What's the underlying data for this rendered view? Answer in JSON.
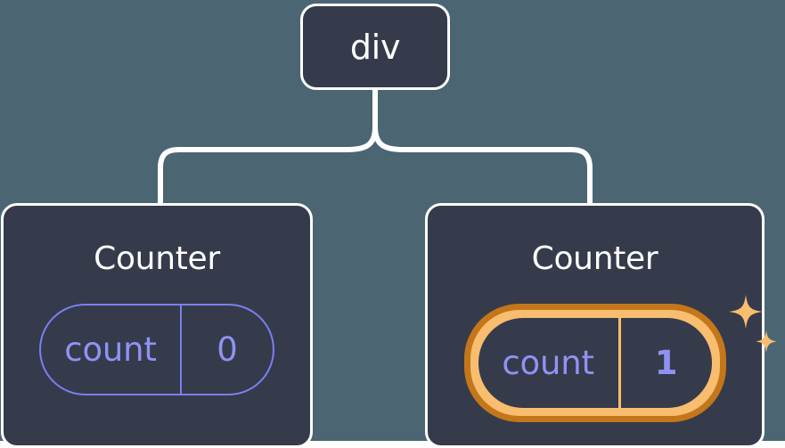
{
  "diagram": {
    "type": "component-tree",
    "background_color": "#4b6672",
    "node_fill_color": "#353b4a",
    "node_border_color": "#ffffff",
    "connector_color": "#ffffff",
    "accent_color": "#8f92f5",
    "highlight_outer_color": "#c4761b",
    "highlight_inner_color": "#f8bd6e",
    "root": {
      "label": "div"
    },
    "children": [
      {
        "title": "Counter",
        "state": {
          "key": "count",
          "value": "0"
        },
        "highlighted": false,
        "sparkles": false
      },
      {
        "title": "Counter",
        "state": {
          "key": "count",
          "value": "1"
        },
        "highlighted": true,
        "sparkles": true
      }
    ]
  }
}
